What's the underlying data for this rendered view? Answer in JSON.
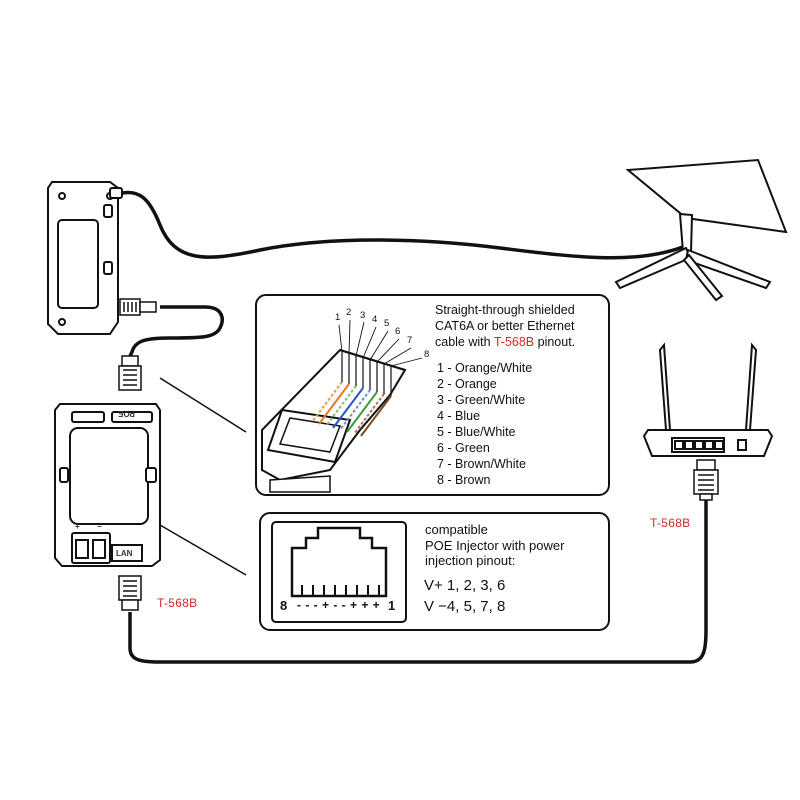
{
  "cable_panel": {
    "desc_line1": "Straight-through shielded",
    "desc_line2": "CAT6A or better Ethernet",
    "desc_line3_prefix": "cable with ",
    "desc_line3_highlight": "T-568B",
    "desc_line3_suffix": " pinout.",
    "pin_numbers": [
      "1",
      "2",
      "3",
      "4",
      "5",
      "6",
      "7",
      "8"
    ],
    "pins": [
      "1 - Orange/White",
      "2 - Orange",
      "3 - Green/White",
      "4 - Blue",
      "5 - Blue/White",
      "6 - Green",
      "7 - Brown/White",
      "8 - Brown"
    ],
    "wire_colors": [
      "#e39b4a",
      "#e8782c",
      "#7cc36b",
      "#2f57c4",
      "#6e8fd8",
      "#3f9e3a",
      "#b07a4a",
      "#7a4a22"
    ]
  },
  "poe_panel": {
    "line1": "compatible",
    "line2": "POE Injector with power",
    "line3": "injection pinout:",
    "vplus": "V+ 1, 2, 3, 6",
    "vminus": "V −4, 5, 7, 8",
    "port_left_label": "8",
    "port_right_label": "1",
    "port_polarity": "- - - + - - + + +"
  },
  "labels": {
    "t568b_left": "T-568B",
    "t568b_right": "T-568B",
    "poe_device_label": "POE",
    "lan_label": "LAN",
    "terminal_plus": "+",
    "terminal_minus": "−"
  },
  "colors": {
    "accent_red": "#d42a26",
    "line": "#111111"
  }
}
